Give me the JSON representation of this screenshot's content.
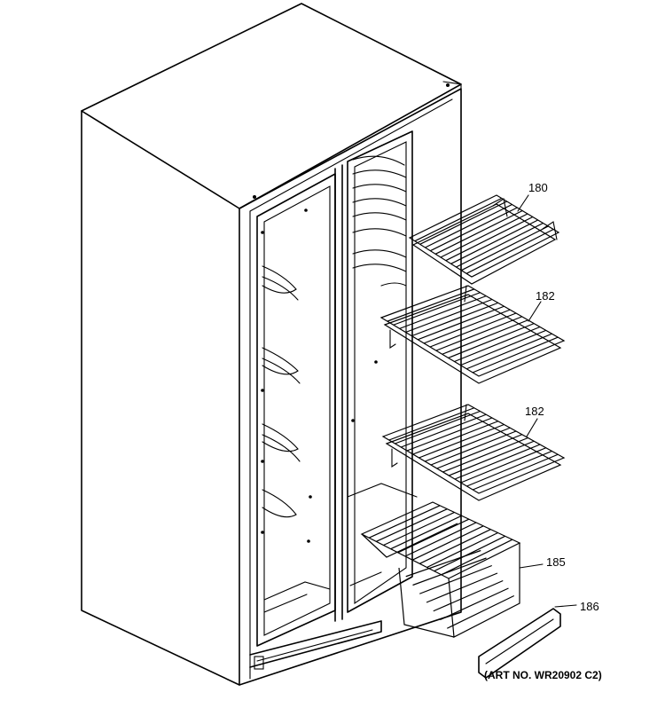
{
  "callouts": {
    "c180": "180",
    "c182a": "182",
    "c182b": "182",
    "c185": "185",
    "c186": "186"
  },
  "art_number": "(ART NO. WR20902 C2)"
}
